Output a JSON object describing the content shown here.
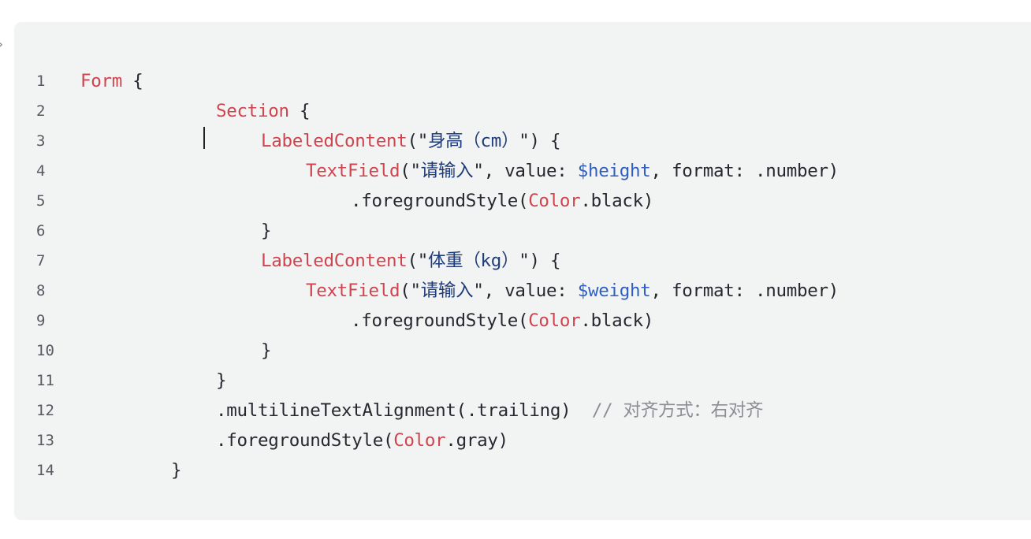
{
  "editor": {
    "side_arrow_icon": "chevron-right-icon",
    "lines": [
      {
        "num": "1",
        "indent": "",
        "tokens": [
          {
            "t": "Form",
            "c": "kw"
          },
          {
            "t": " {",
            "c": ""
          }
        ]
      },
      {
        "num": "2",
        "indent": "            ",
        "tokens": [
          {
            "t": "Section",
            "c": "kw"
          },
          {
            "t": " {",
            "c": ""
          }
        ]
      },
      {
        "num": "3",
        "indent": "                ",
        "tokens": [
          {
            "t": "LabeledContent",
            "c": "kw"
          },
          {
            "t": "(\"",
            "c": ""
          },
          {
            "t": "身高（cm）",
            "c": "cn"
          },
          {
            "t": "\") {",
            "c": ""
          }
        ]
      },
      {
        "num": "4",
        "indent": "                    ",
        "tokens": [
          {
            "t": "TextField",
            "c": "kw"
          },
          {
            "t": "(\"",
            "c": ""
          },
          {
            "t": "请输入",
            "c": "cn"
          },
          {
            "t": "\", value: ",
            "c": ""
          },
          {
            "t": "$height",
            "c": "var"
          },
          {
            "t": ", format: .number)",
            "c": ""
          }
        ]
      },
      {
        "num": "5",
        "indent": "                        ",
        "tokens": [
          {
            "t": ".foregroundStyle(",
            "c": ""
          },
          {
            "t": "Color",
            "c": "kw"
          },
          {
            "t": ".black)",
            "c": ""
          }
        ]
      },
      {
        "num": "6",
        "indent": "                ",
        "tokens": [
          {
            "t": "}",
            "c": ""
          }
        ]
      },
      {
        "num": "7",
        "indent": "                ",
        "tokens": [
          {
            "t": "LabeledContent",
            "c": "kw"
          },
          {
            "t": "(\"",
            "c": ""
          },
          {
            "t": "体重（kg）",
            "c": "cn"
          },
          {
            "t": "\") {",
            "c": ""
          }
        ]
      },
      {
        "num": "8",
        "indent": "                    ",
        "tokens": [
          {
            "t": "TextField",
            "c": "kw"
          },
          {
            "t": "(\"",
            "c": ""
          },
          {
            "t": "请输入",
            "c": "cn"
          },
          {
            "t": "\", value: ",
            "c": ""
          },
          {
            "t": "$weight",
            "c": "var"
          },
          {
            "t": ", format: .number)",
            "c": ""
          }
        ]
      },
      {
        "num": "9",
        "indent": "                        ",
        "tokens": [
          {
            "t": ".foregroundStyle(",
            "c": ""
          },
          {
            "t": "Color",
            "c": "kw"
          },
          {
            "t": ".black)",
            "c": ""
          }
        ]
      },
      {
        "num": "10",
        "indent": "                ",
        "tokens": [
          {
            "t": "}",
            "c": ""
          }
        ]
      },
      {
        "num": "11",
        "indent": "            ",
        "tokens": [
          {
            "t": "}",
            "c": ""
          }
        ]
      },
      {
        "num": "12",
        "indent": "            ",
        "tokens": [
          {
            "t": ".multilineTextAlignment(.trailing)  ",
            "c": ""
          },
          {
            "t": "// 对齐方式：右对齐",
            "c": "cm"
          }
        ]
      },
      {
        "num": "13",
        "indent": "            ",
        "tokens": [
          {
            "t": ".foregroundStyle(",
            "c": ""
          },
          {
            "t": "Color",
            "c": "kw"
          },
          {
            "t": ".gray)",
            "c": ""
          }
        ]
      },
      {
        "num": "14",
        "indent": "        ",
        "tokens": [
          {
            "t": "}",
            "c": ""
          }
        ]
      }
    ]
  }
}
